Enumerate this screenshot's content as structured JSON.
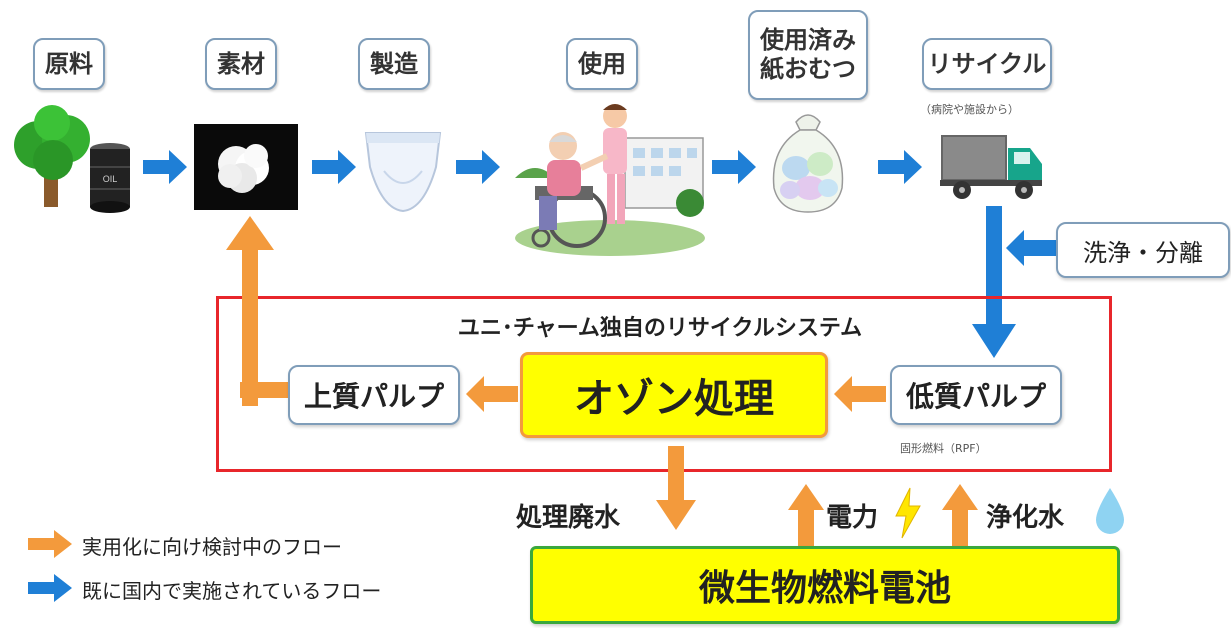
{
  "stages": [
    {
      "label": "原料"
    },
    {
      "label": "素材"
    },
    {
      "label": "製造"
    },
    {
      "label": "使用"
    },
    {
      "label": "使用済み\n紙おむつ"
    },
    {
      "label": "リサイクル"
    }
  ],
  "recycle_note": "（病院や施設から）",
  "oil_drum_text": "OIL",
  "wash_label": "洗浄・分離",
  "system_title": "ユニ･チャーム独自のリサイクルシステム",
  "high_pulp": "上質パルプ",
  "ozone": "オゾン処理",
  "low_pulp": "低質パルプ",
  "rpf_note": "固形燃料（RPF）",
  "waste_water": "処理廃水",
  "power": "電力",
  "clean_water": "浄化水",
  "fuel_cell": "微生物燃料電池",
  "legend": [
    {
      "label": "実用化に向け検討中のフロー",
      "color": "#f39a3c"
    },
    {
      "label": "既に国内で実施されているフロー",
      "color": "#1f7fd6"
    }
  ],
  "colors": {
    "orange": "#f39a3c",
    "blue": "#1f7fd6",
    "red": "#e8262b",
    "green": "#3aa83c",
    "yellow": "#ffff00"
  }
}
